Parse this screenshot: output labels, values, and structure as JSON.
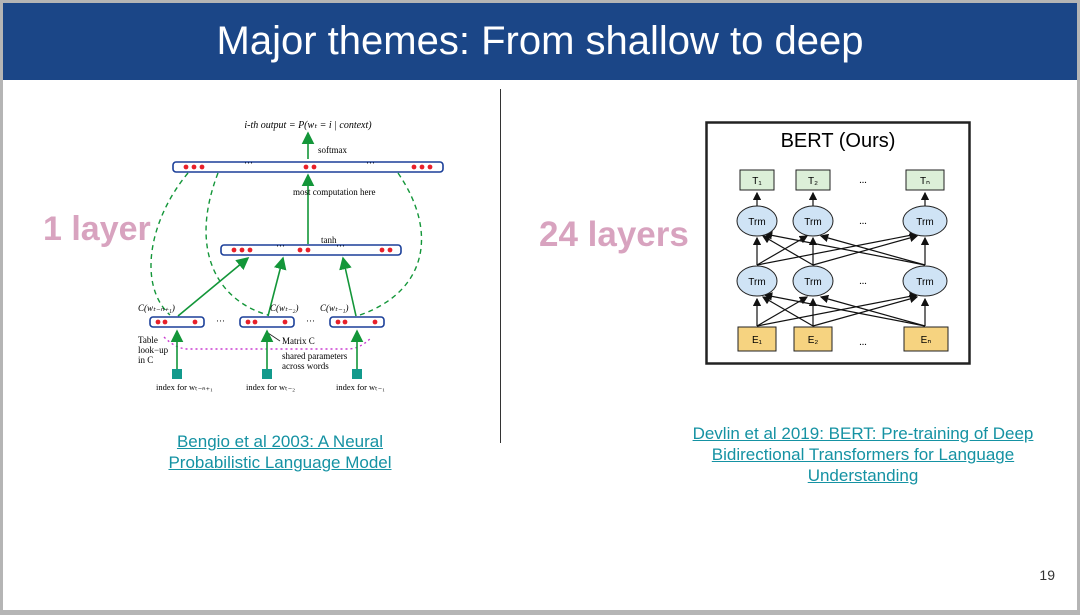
{
  "slide": {
    "title": "Major themes: From shallow to deep",
    "page_number": "19",
    "left": {
      "layer_label": "1 layer",
      "link_text": "Bengio et al 2003: A Neural Probabilistic Language Model",
      "diagram": {
        "output_label": "i-th output = P(wₜ = i | context)",
        "softmax_label": "softmax",
        "computation_label": "most computation here",
        "tanh_label": "tanh",
        "context_labels": [
          "C(wₜ₋ₙ₊₁)",
          "C(wₜ₋₂)",
          "C(wₜ₋₁)"
        ],
        "table_label_lines": [
          "Table",
          "look−up",
          "in C"
        ],
        "matrix_label": "Matrix C",
        "shared_label_lines": [
          "shared parameters",
          "across words"
        ],
        "index_labels": [
          "index for wₜ₋ₙ₊₁",
          "index for wₜ₋₂",
          "index for wₜ₋₁"
        ],
        "ellipsis": "···"
      }
    },
    "right": {
      "layer_label": "24 layers",
      "link_text": "Devlin et al 2019: BERT: Pre-training of Deep Bidirectional Transformers for Language Understanding",
      "diagram": {
        "title": "BERT (Ours)",
        "outputs": [
          "T₁",
          "T₂",
          "Tₙ"
        ],
        "trm_label": "Trm",
        "inputs": [
          "E₁",
          "E₂",
          "Eₙ"
        ],
        "ellipsis": "..."
      }
    }
  },
  "colors": {
    "header_bg": "#1b4687",
    "layer_label": "#d8a3bf",
    "link": "#1592a3",
    "neural_dot": "#e8202a",
    "arrow_green": "#139639",
    "dashed_magenta": "#c93bd0",
    "bert_output_fill": "#dcefd8",
    "bert_trm_fill": "#cfe3f5",
    "bert_input_fill": "#f6d380"
  }
}
